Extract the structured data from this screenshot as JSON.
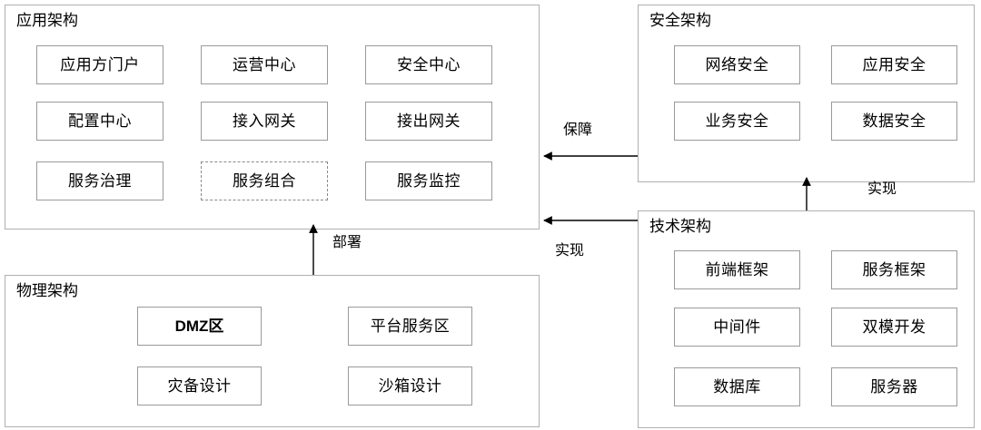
{
  "diagram": {
    "title_hidden": "",
    "panels": [
      {
        "key": "application",
        "title": "应用架构",
        "nodes": [
          {
            "label": "应用方门户",
            "style": "solid"
          },
          {
            "label": "运营中心",
            "style": "solid"
          },
          {
            "label": "安全中心",
            "style": "solid"
          },
          {
            "label": "配置中心",
            "style": "solid"
          },
          {
            "label": "接入网关",
            "style": "solid"
          },
          {
            "label": "接出网关",
            "style": "solid"
          },
          {
            "label": "服务治理",
            "style": "solid"
          },
          {
            "label": "服务组合",
            "style": "dashed"
          },
          {
            "label": "服务监控",
            "style": "solid"
          }
        ]
      },
      {
        "key": "security",
        "title": "安全架构",
        "nodes": [
          {
            "label": "网络安全",
            "style": "solid"
          },
          {
            "label": "应用安全",
            "style": "solid"
          },
          {
            "label": "业务安全",
            "style": "solid"
          },
          {
            "label": "数据安全",
            "style": "solid"
          }
        ]
      },
      {
        "key": "technical",
        "title": "技术架构",
        "nodes": [
          {
            "label": "前端框架",
            "style": "solid"
          },
          {
            "label": "服务框架",
            "style": "solid"
          },
          {
            "label": "中间件",
            "style": "solid"
          },
          {
            "label": "双模开发",
            "style": "solid"
          },
          {
            "label": "数据库",
            "style": "solid"
          },
          {
            "label": "服务器",
            "style": "solid"
          }
        ]
      },
      {
        "key": "physical",
        "title": "物理架构",
        "nodes": [
          {
            "label": "DMZ区",
            "style": "bold"
          },
          {
            "label": "平台服务区",
            "style": "solid"
          },
          {
            "label": "灾备设计",
            "style": "solid"
          },
          {
            "label": "沙箱设计",
            "style": "solid"
          }
        ]
      }
    ],
    "connectors": [
      {
        "key": "security-to-application",
        "label": "保障",
        "direction": "left"
      },
      {
        "key": "technical-to-application",
        "label": "实现",
        "direction": "left"
      },
      {
        "key": "technical-to-security",
        "label": "实现",
        "direction": "up"
      },
      {
        "key": "physical-to-application",
        "label": "部署",
        "direction": "up"
      }
    ]
  },
  "colors": {
    "panel_border": "#b0b0b0",
    "node_border": "#9a9a9a",
    "arrow": "#000000",
    "background": "#ffffff"
  }
}
